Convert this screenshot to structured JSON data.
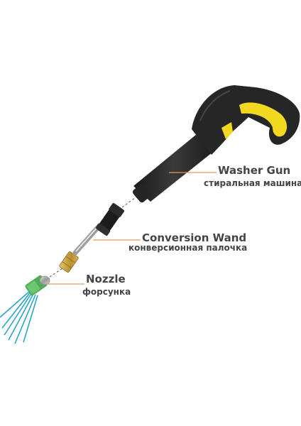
{
  "labels": {
    "gun": {
      "en": "Washer Gun",
      "ru": "стиральная машина"
    },
    "wand": {
      "en": "Conversion Wand",
      "ru": "конверсионная палочка"
    },
    "nozzle": {
      "en": "Nozzle",
      "ru": "форсунка"
    }
  },
  "colors": {
    "background": "#ffffff",
    "gun_body": "#2b2b2b",
    "trigger": "#f2d81f",
    "leader_line": "#e39b5a",
    "label_text": "#444444",
    "nozzle": "#4fae57",
    "spray": "#27a6c9",
    "brass": "#c9a34a"
  }
}
